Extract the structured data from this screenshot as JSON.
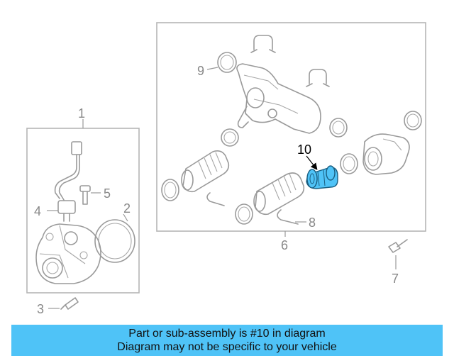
{
  "callouts": {
    "c1": "1",
    "c2": "2",
    "c3": "3",
    "c4": "4",
    "c5": "5",
    "c6": "6",
    "c7": "7",
    "c8": "8",
    "c9": "9",
    "c10": "10"
  },
  "highlight_color": "#4fc3f7",
  "banner": {
    "line1": "Part or sub-assembly is #10 in diagram",
    "line2": "Diagram may not be specific to your vehicle"
  }
}
